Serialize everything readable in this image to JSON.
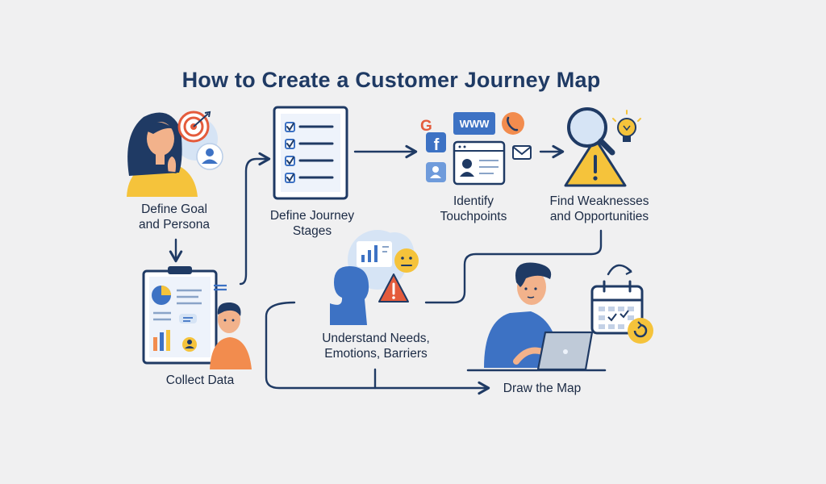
{
  "title": "How to Create a Customer Journey Map",
  "steps": [
    {
      "id": "goal",
      "line1": "Define Goal",
      "line2": "and Persona"
    },
    {
      "id": "collect",
      "line1": "Collect Data",
      "line2": ""
    },
    {
      "id": "stages",
      "line1": "Define Journey",
      "line2": "Stages"
    },
    {
      "id": "touchpoints",
      "line1": "Identify",
      "line2": "Touchpoints"
    },
    {
      "id": "weaknesses",
      "line1": "Find Weaknesses",
      "line2": "and Opportunities"
    },
    {
      "id": "needs",
      "line1": "Understand Needs,",
      "line2": "Emotions, Barriers"
    },
    {
      "id": "draw",
      "line1": "Draw the Map",
      "line2": ""
    }
  ],
  "touchpoint_icons": {
    "web": "WWW",
    "google": "G",
    "facebook": "f"
  },
  "colors": {
    "navy": "#1f3a64",
    "blue": "#3d72c4",
    "light_blue": "#d6e4f5",
    "yellow": "#f5c33b",
    "orange": "#f28c4e",
    "red": "#e45b3c",
    "background": "#f0f0f1"
  },
  "icons": [
    "woman-persona-icon",
    "target-icon",
    "user-badge-icon",
    "checklist-clipboard-icon",
    "google-icon",
    "web-icon",
    "phone-icon",
    "facebook-icon",
    "profile-window-icon",
    "mail-icon",
    "magnifier-icon",
    "warning-icon",
    "lightbulb-icon",
    "report-clipboard-icon",
    "boy-icon",
    "head-silhouette-icon",
    "thought-chart-icon",
    "neutral-face-icon",
    "calendar-icon",
    "man-laptop-icon"
  ]
}
